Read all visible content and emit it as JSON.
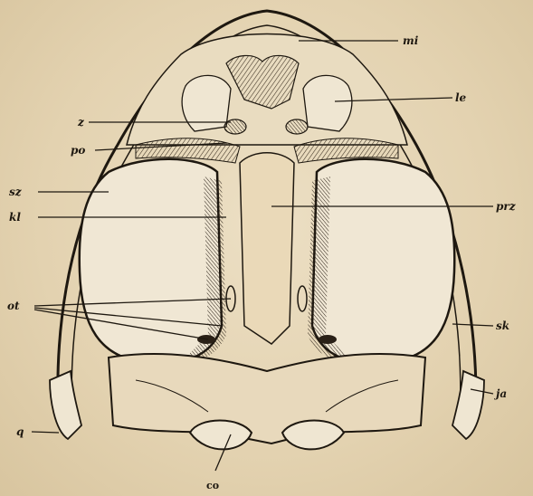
{
  "figure": {
    "labels": {
      "mi": "mi",
      "le": "le",
      "z": "z",
      "po": "po",
      "sz": "sz",
      "kl": "kl",
      "prz": "prz",
      "ot": "ot",
      "sk": "sk",
      "ja": "ja",
      "q": "q",
      "co": "co"
    },
    "colors": {
      "paper": "#e6d6b6",
      "ink": "#1e1810",
      "bone": "#efe6d2"
    }
  }
}
